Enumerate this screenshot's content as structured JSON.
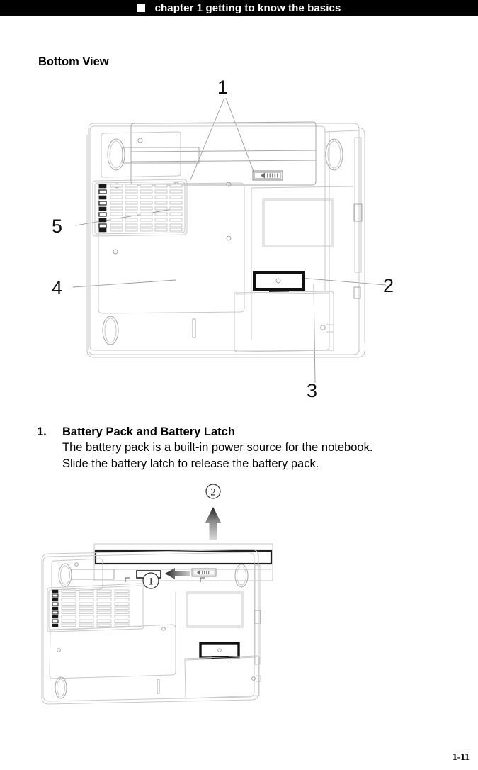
{
  "header": {
    "bullet_icon": "square-bullet-icon",
    "title": "chapter 1 getting to know the basics",
    "background_color": "#000000",
    "text_color": "#ffffff"
  },
  "section": {
    "heading": "Bottom View"
  },
  "figure_bottom_view": {
    "caption_alt": "Notebook bottom view line drawing with numbered callouts",
    "callouts": [
      {
        "label": "1",
        "target": "battery-pack-and-latch"
      },
      {
        "label": "2",
        "target": "port-connector"
      },
      {
        "label": "3",
        "target": "lower-compartment-cover"
      },
      {
        "label": "4",
        "target": "main-compartment-cover"
      },
      {
        "label": "5",
        "target": "ventilation-grille"
      }
    ]
  },
  "list": {
    "items": [
      {
        "marker": "1.",
        "title": "Battery Pack and Battery Latch",
        "lines": [
          "The battery pack is a built-in power source for the notebook.",
          "Slide the battery latch to release the battery pack."
        ]
      }
    ]
  },
  "figure_battery_removal": {
    "caption_alt": "Battery removal illustration with step arrows",
    "steps": [
      {
        "label": "1",
        "action": "slide-latch-left"
      },
      {
        "label": "2",
        "action": "lift-battery-up"
      }
    ]
  },
  "footer": {
    "page_number": "1-11"
  },
  "colors": {
    "line_light": "#c9c9c9",
    "line_mid": "#9a9a9a",
    "line_dark": "#3a3a3a",
    "solid_black": "#000000"
  }
}
